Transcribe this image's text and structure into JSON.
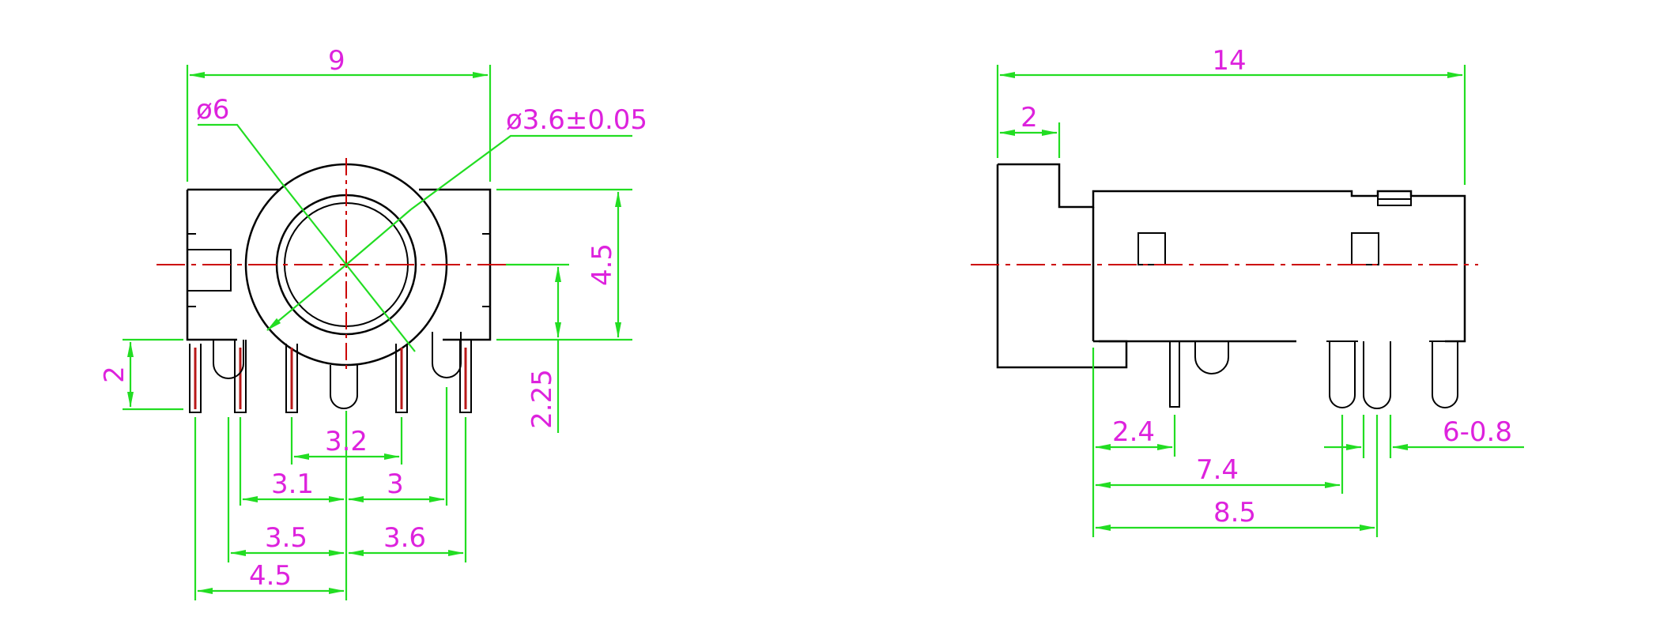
{
  "colors": {
    "outline": "#000000",
    "dimension_lines": "#22dd22",
    "dimension_text": "#dd22dd",
    "center_lines": "#cc0000"
  },
  "front_view": {
    "width": "9",
    "diameter_outer": "ø6",
    "diameter_inner": "ø3.6±0.05",
    "height": "4.5",
    "pin_length": "2",
    "center_height": "2.25",
    "pin_spacing_center": "3.2",
    "pin_spacing_left_inner": "3.1",
    "pin_spacing_right_inner": "3",
    "pin_spacing_left_mid": "3.5",
    "pin_spacing_right_mid": "3.6",
    "pin_spacing_left_outer": "4.5"
  },
  "side_view": {
    "length": "14",
    "flange": "2",
    "pin_offset_1": "2.4",
    "pin_offset_2": "7.4",
    "pin_offset_3": "8.5",
    "pin_width": "6-0.8"
  }
}
